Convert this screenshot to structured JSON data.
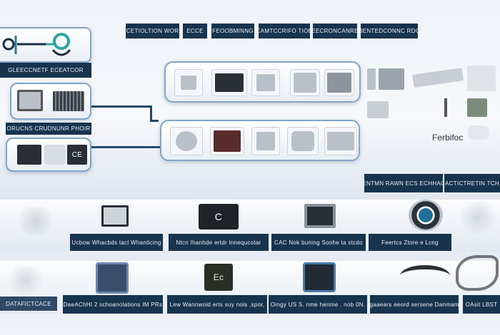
{
  "top_tabs": [
    "SCCETIOLTION WORKD",
    "ECCE",
    "FEOOBMINNG",
    "CAMTCCRIFO TIOE",
    "EECRONCANRE",
    "BENTEDCONNC RDC"
  ],
  "left_top_label": "GLEECCNETF ECEATCOR",
  "left_mid_label": "ORUCNS CRUDNUNR PHOIR",
  "right_text": "Ferbifoc",
  "right_tags": [
    "HENTMN RAWN ECS ECHHACE",
    "ACTICTRETIN TCH"
  ],
  "row1_labels": [
    "Ucbow Whacbds tacl Whanticing",
    "Ntcn Ihanhde ertdr lnnequcotar",
    "CAC Nok buning Soohe ta stcdo",
    "Feertcs Ztore e Lcng"
  ],
  "row2_labels": [
    "DATAFICTCACE",
    "DaeAChHI 2 schoanolations IM PRs",
    "Lew Wannwoid erts suy nols ,spor,",
    "Oingy US S. nme henme . nob 0N.",
    "Fogaaears eeord sersene Danmamon",
    "OAsit LBST"
  ],
  "icon_text_c": "C",
  "icon_text_ce": "CE",
  "icon_text_ec": "Ec",
  "colors": {
    "navy": "#17344f",
    "accent": "#7fa6c8",
    "teal": "#3aa6a0"
  }
}
